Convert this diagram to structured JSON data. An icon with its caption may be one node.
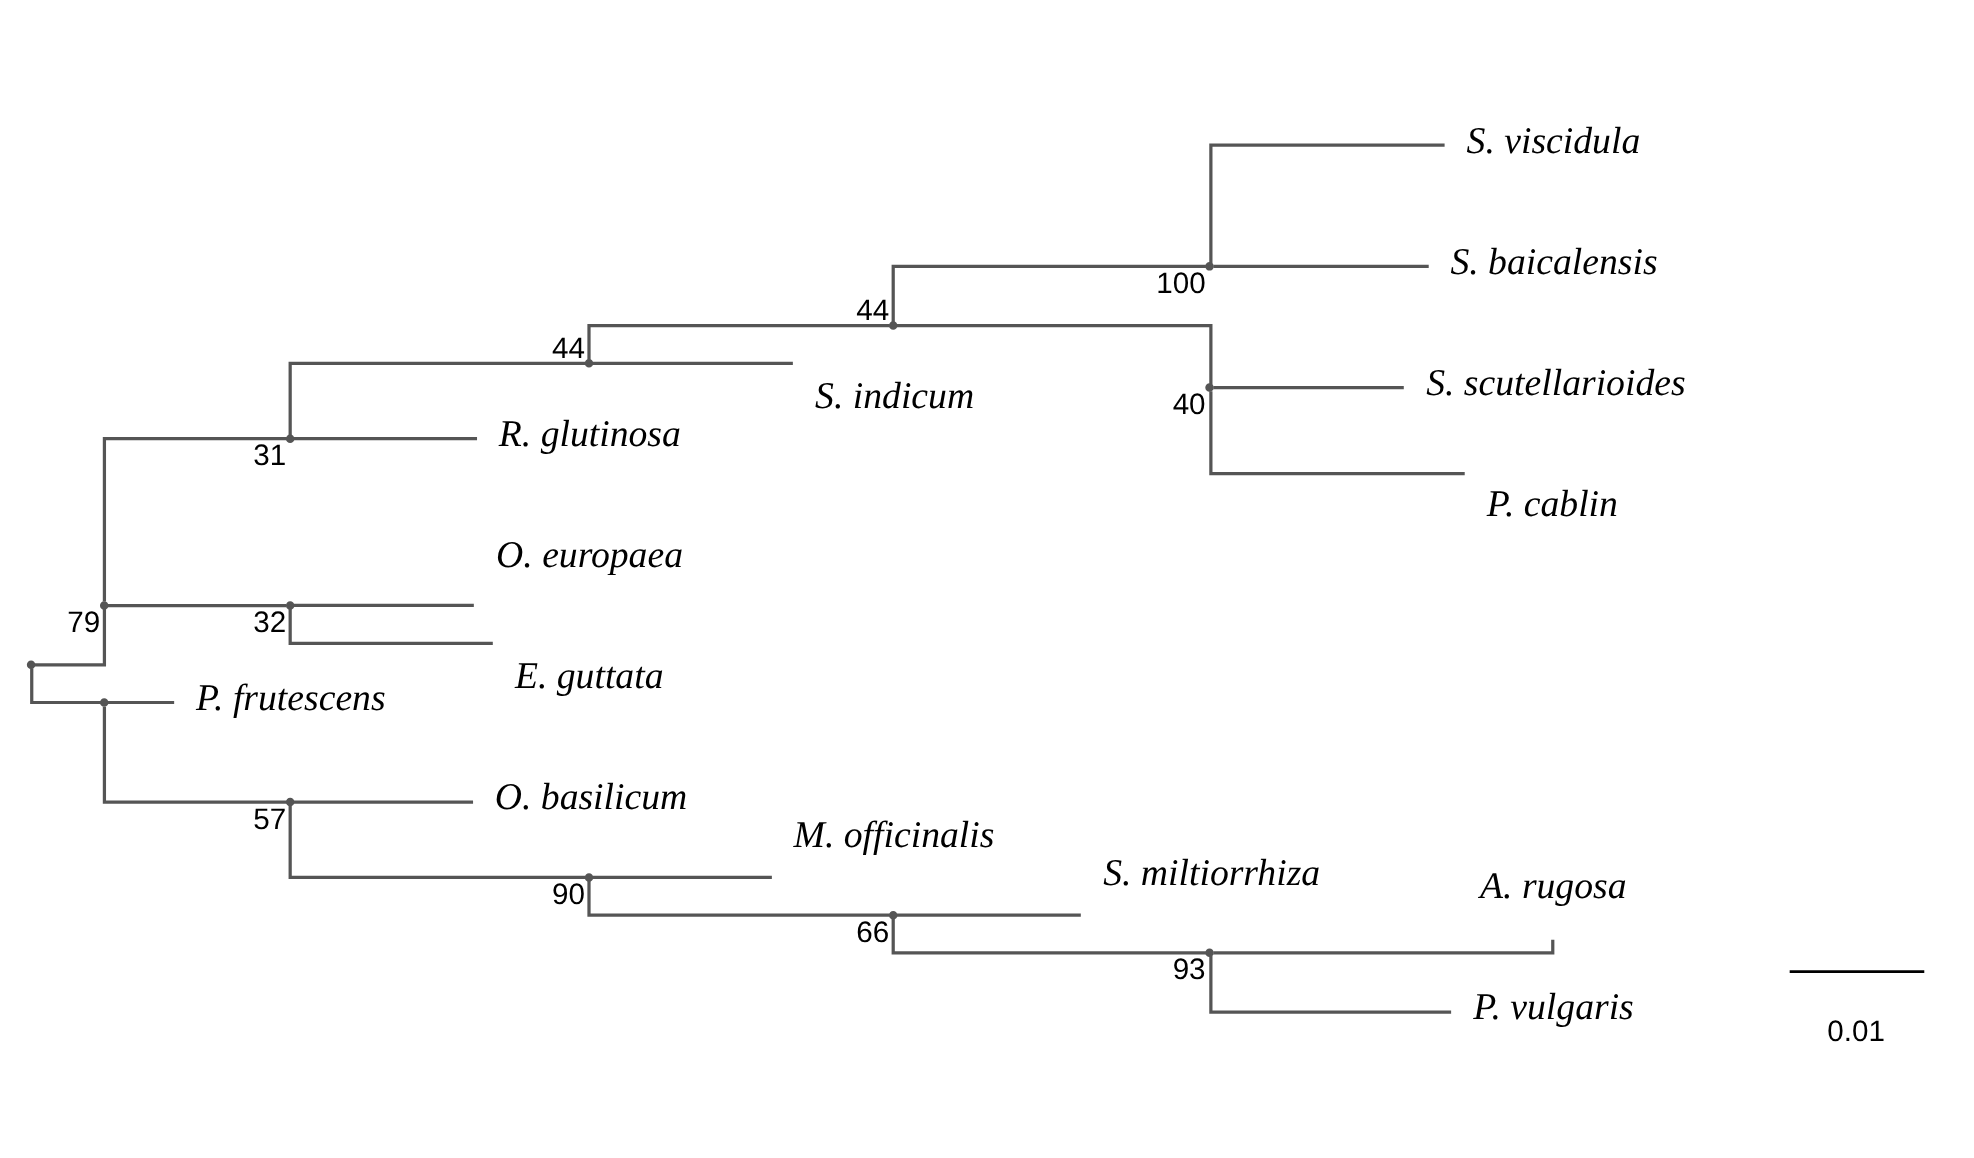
{
  "diagram": {
    "nodes": [
      {
        "text": [],
        "shape": "point"
      },
      {
        "text": [],
        "shape": "point",
        "beside": [
          "79"
        ]
      },
      {
        "text": [],
        "shape": "point",
        "beside": [
          "31"
        ]
      },
      {
        "text": [],
        "shape": "point",
        "beside": [
          "44"
        ]
      },
      {
        "text": [],
        "shape": "point",
        "beside": [
          "44"
        ]
      },
      {
        "text": [],
        "shape": "point",
        "beside": [
          "100"
        ]
      },
      {
        "text": [
          "S. viscidula"
        ]
      },
      {
        "text": [
          "S. baicalensis"
        ]
      },
      {
        "text": [],
        "shape": "point",
        "beside": [
          "40"
        ]
      },
      {
        "text": [
          "S. scutellarioides"
        ]
      },
      {
        "text": [
          "P. cablin"
        ]
      },
      {
        "text": [
          "S. indicum"
        ]
      },
      {
        "text": [
          "R. glutinosa"
        ]
      },
      {
        "text": [],
        "shape": "point",
        "beside": [
          "32"
        ]
      },
      {
        "text": [
          "O. europaea"
        ]
      },
      {
        "text": [
          "E. guttata"
        ]
      },
      {
        "text": [],
        "shape": "point"
      },
      {
        "text": [
          "P. frutescens"
        ]
      },
      {
        "text": [],
        "shape": "point",
        "beside": [
          "57"
        ]
      },
      {
        "text": [
          "O. basilicum"
        ]
      },
      {
        "text": [],
        "shape": "point",
        "beside": [
          "90"
        ]
      },
      {
        "text": [
          "M. officinalis"
        ]
      },
      {
        "text": [],
        "shape": "point",
        "beside": [
          "66"
        ]
      },
      {
        "text": [
          "S. miltiorrhiza"
        ]
      },
      {
        "text": [],
        "shape": "point",
        "beside": [
          "93"
        ]
      },
      {
        "text": [
          "A. rugosa"
        ]
      },
      {
        "text": [
          "P. vulgaris"
        ]
      }
    ],
    "edges": [
      {
        "from": 0,
        "to": 1,
        "arrow": "none"
      },
      {
        "from": 1,
        "to": 2,
        "arrow": "none"
      },
      {
        "from": 2,
        "to": 3,
        "arrow": "none"
      },
      {
        "from": 3,
        "to": 4,
        "arrow": "none"
      },
      {
        "from": 4,
        "to": 5,
        "arrow": "none"
      },
      {
        "from": 5,
        "to": 6,
        "arrow": "none"
      },
      {
        "from": 5,
        "to": 7,
        "arrow": "none"
      },
      {
        "from": 4,
        "to": 8,
        "arrow": "none"
      },
      {
        "from": 8,
        "to": 9,
        "arrow": "none"
      },
      {
        "from": 8,
        "to": 10,
        "arrow": "none"
      },
      {
        "from": 3,
        "to": 11,
        "arrow": "none"
      },
      {
        "from": 2,
        "to": 12,
        "arrow": "none"
      },
      {
        "from": 1,
        "to": 13,
        "arrow": "none"
      },
      {
        "from": 13,
        "to": 14,
        "arrow": "none"
      },
      {
        "from": 13,
        "to": 15,
        "arrow": "none"
      },
      {
        "from": 0,
        "to": 16,
        "arrow": "none"
      },
      {
        "from": 16,
        "to": 17,
        "arrow": "none"
      },
      {
        "from": 16,
        "to": 18,
        "arrow": "none"
      },
      {
        "from": 18,
        "to": 19,
        "arrow": "none"
      },
      {
        "from": 18,
        "to": 20,
        "arrow": "none"
      },
      {
        "from": 20,
        "to": 21,
        "arrow": "none"
      },
      {
        "from": 20,
        "to": 22,
        "arrow": "none"
      },
      {
        "from": 22,
        "to": 23,
        "arrow": "none"
      },
      {
        "from": 22,
        "to": 24,
        "arrow": "none"
      },
      {
        "from": 24,
        "to": 25,
        "arrow": "none"
      },
      {
        "from": 24,
        "to": 26,
        "arrow": "none"
      }
    ],
    "labels": [
      "0.01"
    ]
  }
}
